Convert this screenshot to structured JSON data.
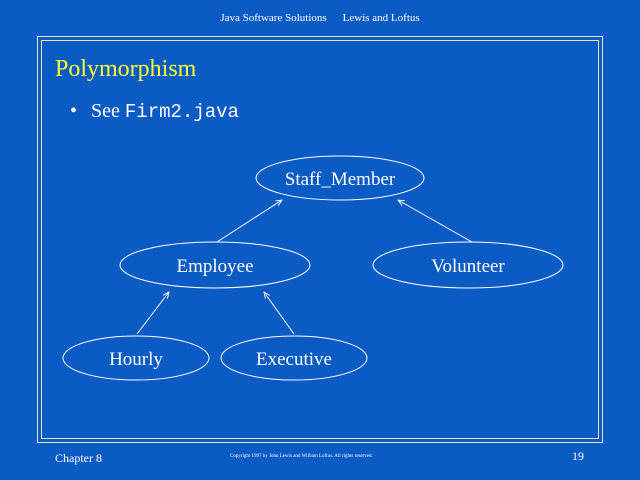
{
  "header": {
    "book_title": "Java Software Solutions",
    "authors": "Lewis and Loftus"
  },
  "slide": {
    "title": "Polymorphism",
    "bullet_marker": "•",
    "bullet_text": "See",
    "bullet_code": "Firm2.java"
  },
  "diagram": {
    "nodes": {
      "staff_member": "Staff_Member",
      "employee": "Employee",
      "volunteer": "Volunteer",
      "hourly": "Hourly",
      "executive": "Executive"
    },
    "edges": [
      {
        "from": "employee",
        "to": "staff_member"
      },
      {
        "from": "volunteer",
        "to": "staff_member"
      },
      {
        "from": "hourly",
        "to": "employee"
      },
      {
        "from": "executive",
        "to": "employee"
      }
    ]
  },
  "footer": {
    "chapter": "Chapter 8",
    "copyright": "Copyright 1997 by John Lewis and William Loftus.  All rights reserved.",
    "page_number": "19"
  },
  "colors": {
    "background": "#0a5bc4",
    "title": "#ffff33",
    "text": "#ffffff",
    "frame": "#e8e8c8"
  }
}
